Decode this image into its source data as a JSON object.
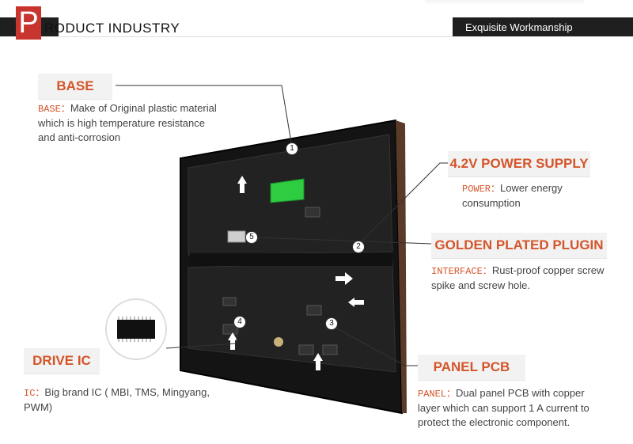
{
  "header": {
    "badge_letter": "P",
    "title": "RODUCT INDUSTRY",
    "tagline": "Exquisite Workmanship"
  },
  "colors": {
    "accent": "#d4552a",
    "header_bar": "#1f1f1f",
    "badge": "#c8352e",
    "label_bg": "#f2f2f2"
  },
  "sections": {
    "base": {
      "title": "BASE",
      "key": "BASE：",
      "text_1": "Make of Original plastic material",
      "text_2": "which is high temperature resistance",
      "text_3": "and anti-corrosion"
    },
    "power": {
      "title": "4.2V POWER SUPPLY",
      "key": "POWER：",
      "text_1": "Lower energy",
      "text_2": "consumption"
    },
    "plugin": {
      "title": "GOLDEN PLATED PLUGIN",
      "key": "INTERFACE：",
      "text_1": "Rust-proof copper screw",
      "text_2": "spike and screw hole."
    },
    "drive_ic": {
      "title": "DRIVE IC",
      "key": "IC：",
      "text_1": "Big brand IC ( MBI, TMS, Mingyang,",
      "text_2": "PWM)"
    },
    "pcb": {
      "title": "PANEL PCB",
      "key": "PANEL：",
      "text_1": "Dual panel PCB with copper",
      "text_2": "layer which can support 1 A current to",
      "text_3": "protect the electronic component."
    }
  },
  "markers": [
    "1",
    "2",
    "3",
    "4",
    "5"
  ]
}
